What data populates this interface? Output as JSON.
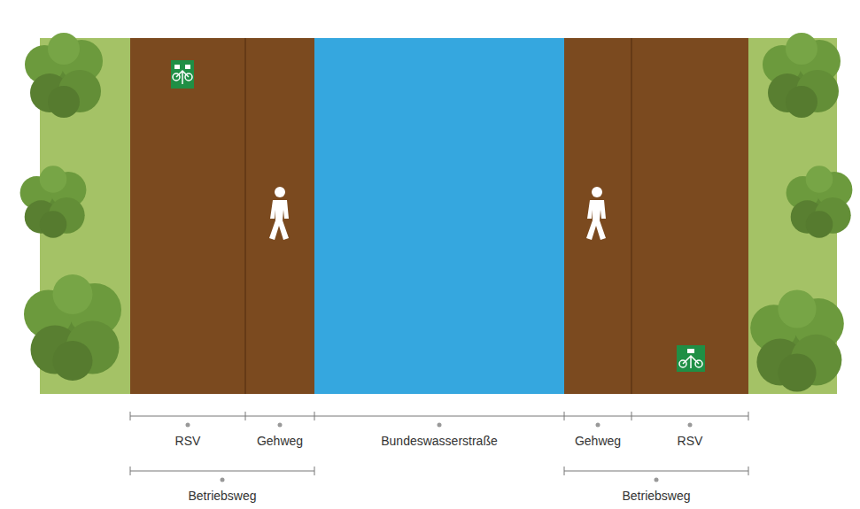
{
  "diagram": {
    "labels": [
      "RSV",
      "Gehweg",
      "Bundeswasserstraße",
      "Gehweg",
      "RSV",
      "Betriebsweg",
      "Betriebsweg"
    ]
  }
}
